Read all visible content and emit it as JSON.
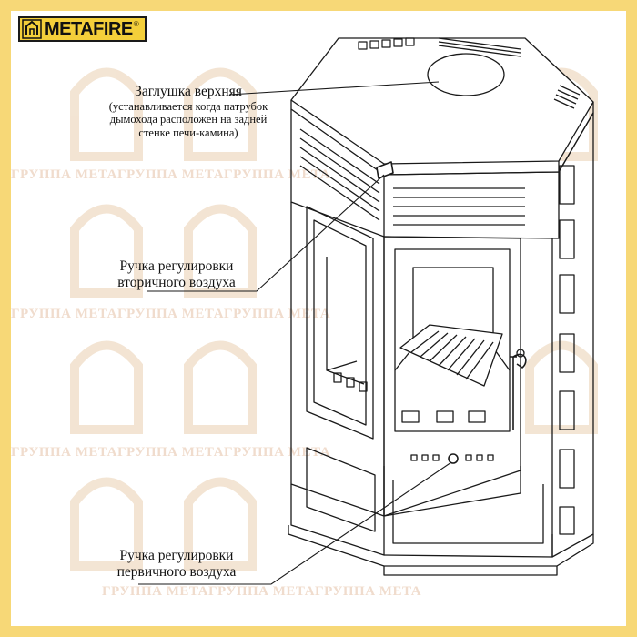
{
  "brand": {
    "name": "METAFIRE",
    "reg_mark": "®"
  },
  "watermark_text": "ГРУППА МЕТАГРУППА МЕТАГРУППА МЕТА",
  "labels": {
    "top_plug": {
      "title": "Заглушка верхняя",
      "line1": "(устанавливается когда патрубок",
      "line2": "дымохода расположен на задней",
      "line3": "стенке печи-камина)"
    },
    "secondary_air": {
      "line1": "Ручка регулировки",
      "line2": "вторичного воздуха"
    },
    "primary_air": {
      "line1": "Ручка регулировки",
      "line2": "первичного воздуха"
    }
  },
  "colors": {
    "frame": "#f7d877",
    "logo_bg": "#f4cf3a",
    "line": "#1a1a1a",
    "watermark": "#f0dccd"
  }
}
